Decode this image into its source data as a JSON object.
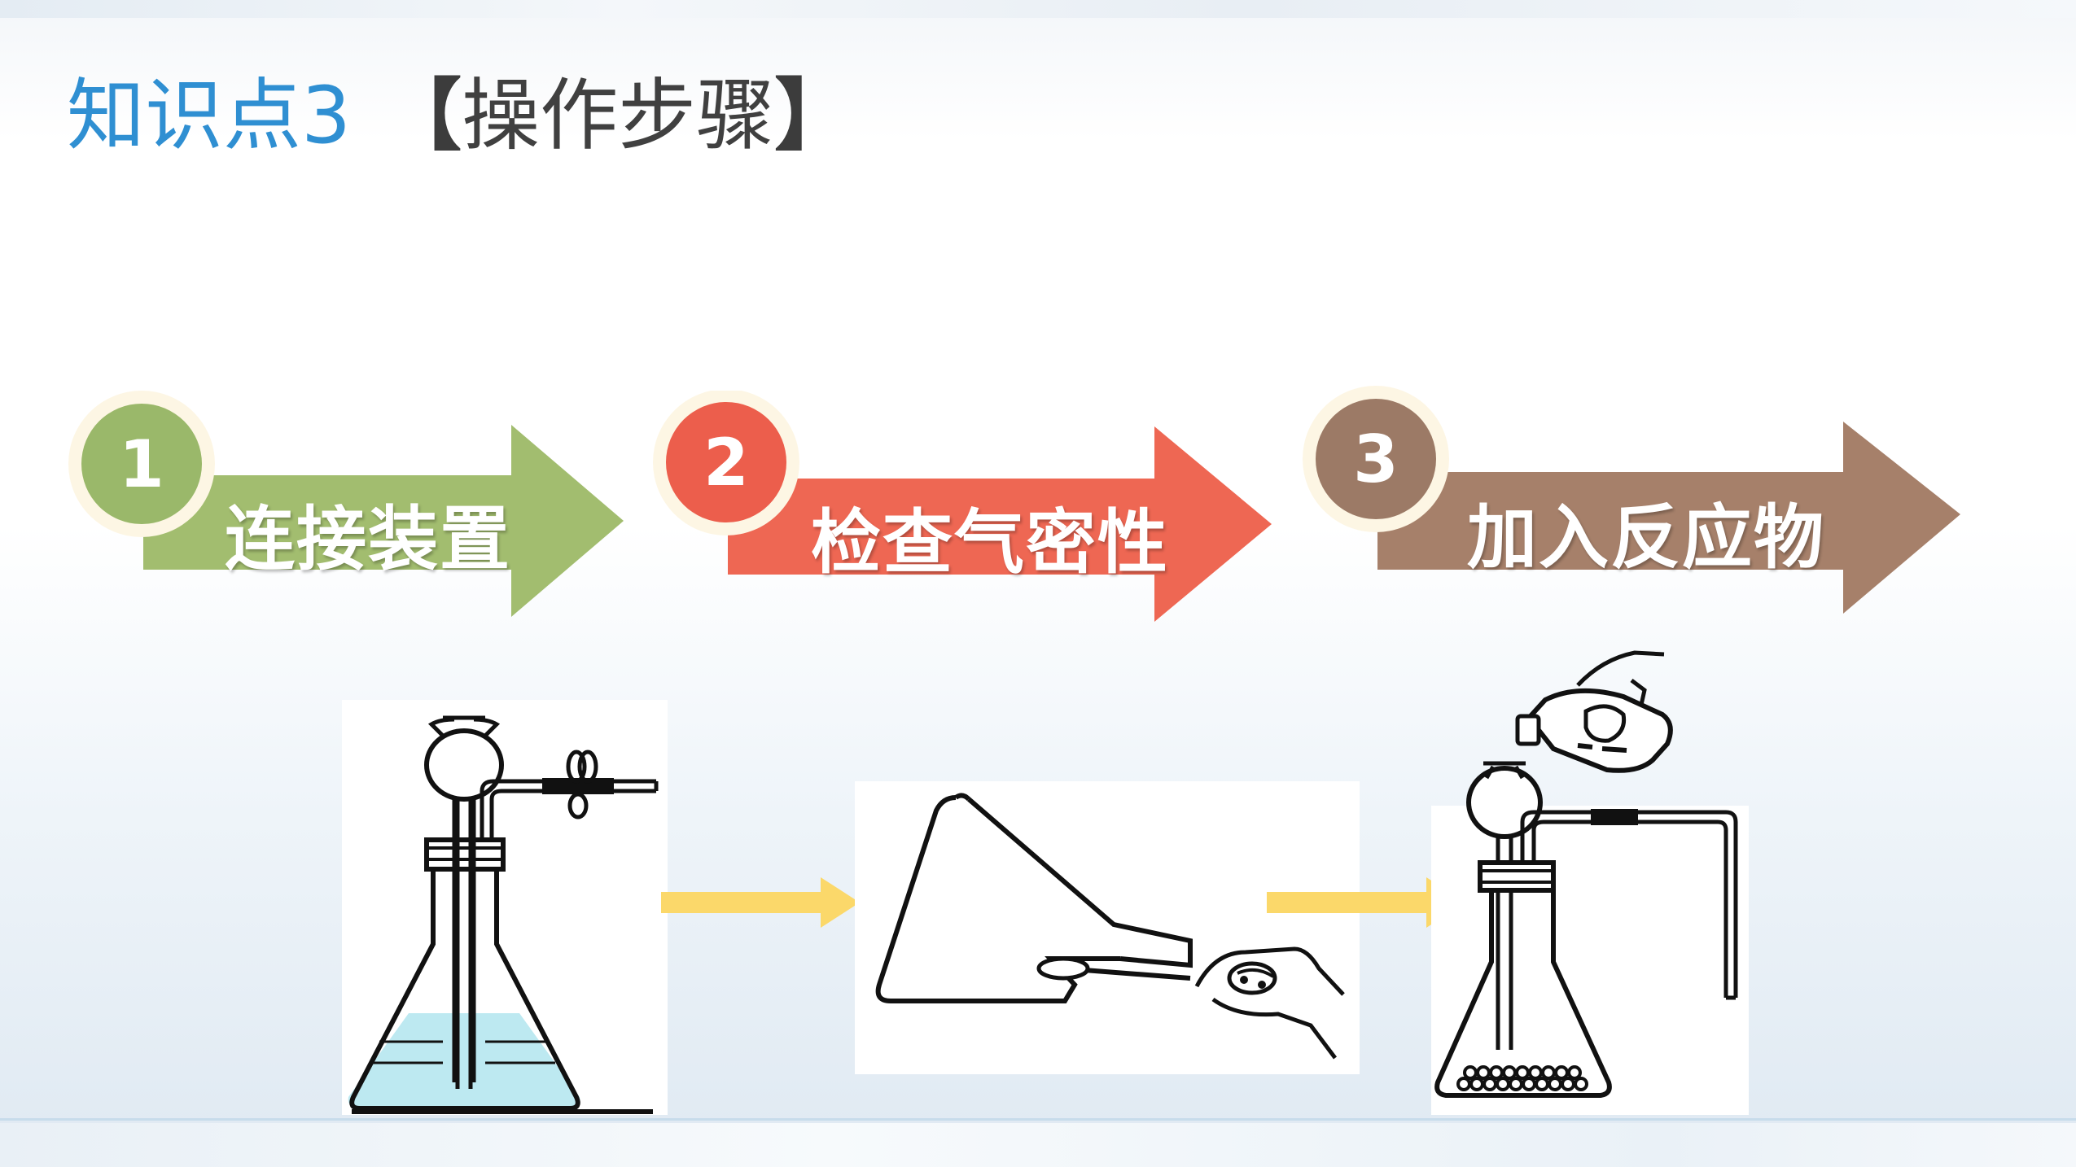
{
  "title": {
    "prefix": "知识点3",
    "bracket_open": "【",
    "main": "操作步骤",
    "bracket_close": "】"
  },
  "steps": [
    {
      "number": "1",
      "label": "连接装置",
      "color": "#a2bd6f",
      "circle_color": "#9ab86a"
    },
    {
      "number": "2",
      "label": "检查气密性",
      "color": "#ee6753",
      "circle_color": "#ec5e4c"
    },
    {
      "number": "3",
      "label": "加入反应物",
      "color": "#a6806a",
      "circle_color": "#9c7a66"
    }
  ],
  "connector_color": "#fbd86a",
  "illustrations": [
    {
      "icon": "flask-with-thistle-funnel-and-clamp-icon"
    },
    {
      "icon": "hand-holding-flask-airtightness-check-icon"
    },
    {
      "icon": "pouring-reagent-into-flask-icon"
    }
  ]
}
